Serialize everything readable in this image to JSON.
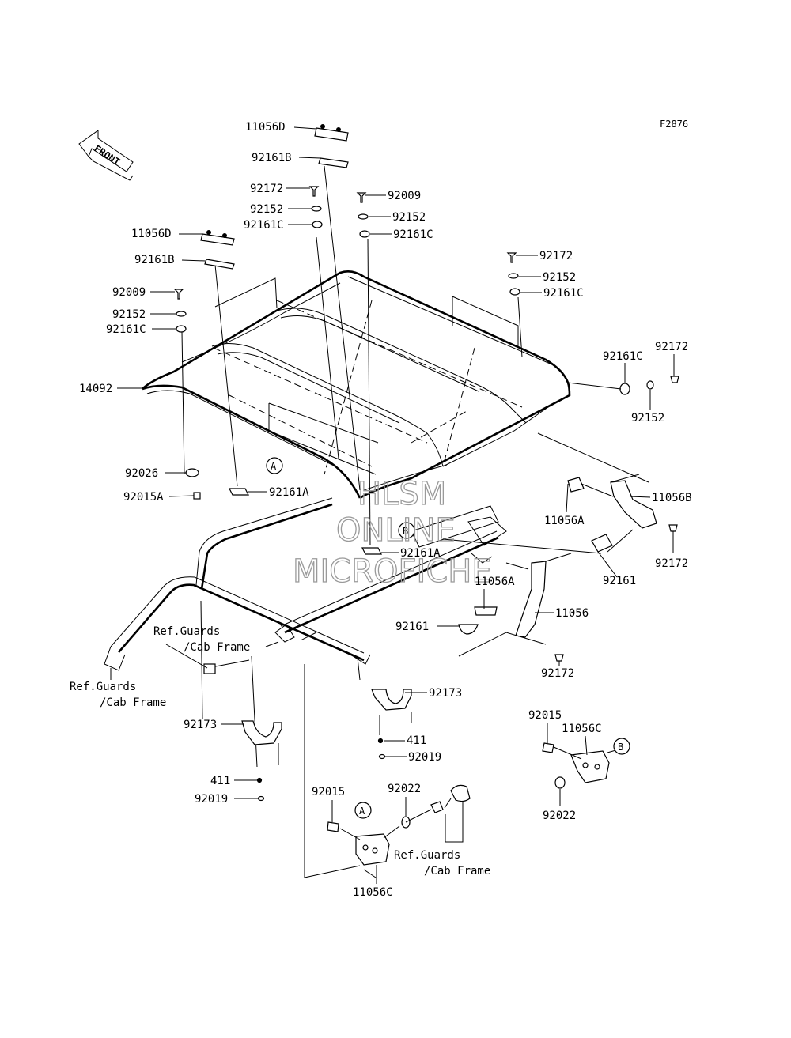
{
  "figure_code": "F2876",
  "front_label": "FRONT",
  "watermark": {
    "line1": "HLSM",
    "line2": "ONLINE",
    "line3": "MICROFICHE"
  },
  "callouts": {
    "a": "A",
    "b": "B"
  },
  "parts": {
    "p11056D_top": "11056D",
    "p92161B_top": "92161B",
    "p92172_top": "92172",
    "p92009_right": "92009",
    "p92152_top": "92152",
    "p92152_right": "92152",
    "p92161C_top": "92161C",
    "p92161C_right": "92161C",
    "p11056D_left": "11056D",
    "p92161B_left": "92161B",
    "p92009_left": "92009",
    "p92152_left": "92152",
    "p92161C_left": "92161C",
    "p14092": "14092",
    "p92172_rear": "92172",
    "p92152_rear": "92152",
    "p92161C_rear": "92161C",
    "p92161C_side": "92161C",
    "p92172_side": "92172",
    "p92152_side": "92152",
    "p92026": "92026",
    "p92015A": "92015A",
    "p92161A_left": "92161A",
    "p92161A_center": "92161A",
    "p11056A_right": "11056A",
    "p11056B": "11056B",
    "p92172_bracket": "92172",
    "p92161_right": "92161",
    "p11056A_center": "11056A",
    "p11056": "11056",
    "p92161_center": "92161",
    "p92172_lower": "92172",
    "ref1_line1": "Ref.Guards",
    "ref1_line2": "/Cab Frame",
    "ref2_line1": "Ref.Guards",
    "ref2_line2": "/Cab Frame",
    "ref3_line1": "Ref.Guards",
    "ref3_line2": "/Cab Frame",
    "p92173_right": "92173",
    "p92173_left": "92173",
    "p411_right": "411",
    "p411_left": "411",
    "p92019_right": "92019",
    "p92019_left": "92019",
    "p92015_right": "92015",
    "p11056C_right": "11056C",
    "p92022_right": "92022",
    "p92015_bottom": "92015",
    "p92022_bottom": "92022",
    "p11056C_bottom": "11056C"
  }
}
